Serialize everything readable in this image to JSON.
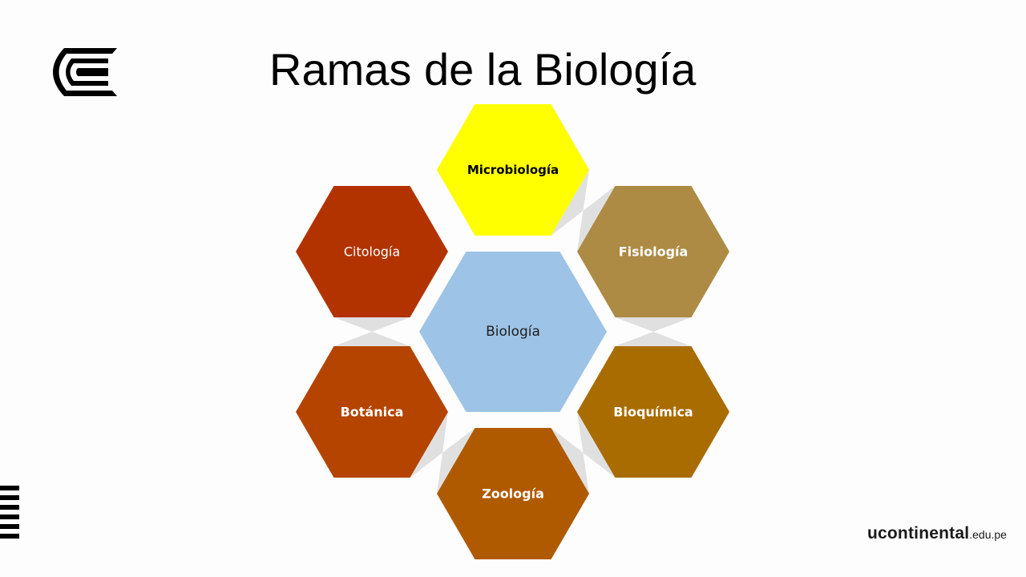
{
  "slide": {
    "title": "Ramas de la Biología",
    "brand": {
      "main": "ucontinental",
      "suffix": ".edu.pe"
    },
    "logo_icon": "concentric-c-logo-icon",
    "side_icon": "horizontal-bars-icon"
  },
  "diagram": {
    "center": {
      "label": "Biología",
      "color": "#9dc3e6",
      "text_color": "#1f1f1f"
    },
    "branches": [
      {
        "id": "microbiologia",
        "label": "Microbiología",
        "color": "#ffff00",
        "text_color": "#000000"
      },
      {
        "id": "fisiologia",
        "label": "Fisiología",
        "color": "#ad8b45",
        "text_color": "#ffffff"
      },
      {
        "id": "bioquimica",
        "label": "Bioquímica",
        "color": "#a86c00",
        "text_color": "#ffffff"
      },
      {
        "id": "zoologia",
        "label": "Zoología",
        "color": "#b05a00",
        "text_color": "#ffffff"
      },
      {
        "id": "botanica",
        "label": "Botánica",
        "color": "#b44400",
        "text_color": "#ffffff"
      },
      {
        "id": "citologia",
        "label": "Citología",
        "color": "#b23300",
        "text_color": "#ffffff"
      }
    ],
    "connector_color": "#e0e0e0"
  }
}
